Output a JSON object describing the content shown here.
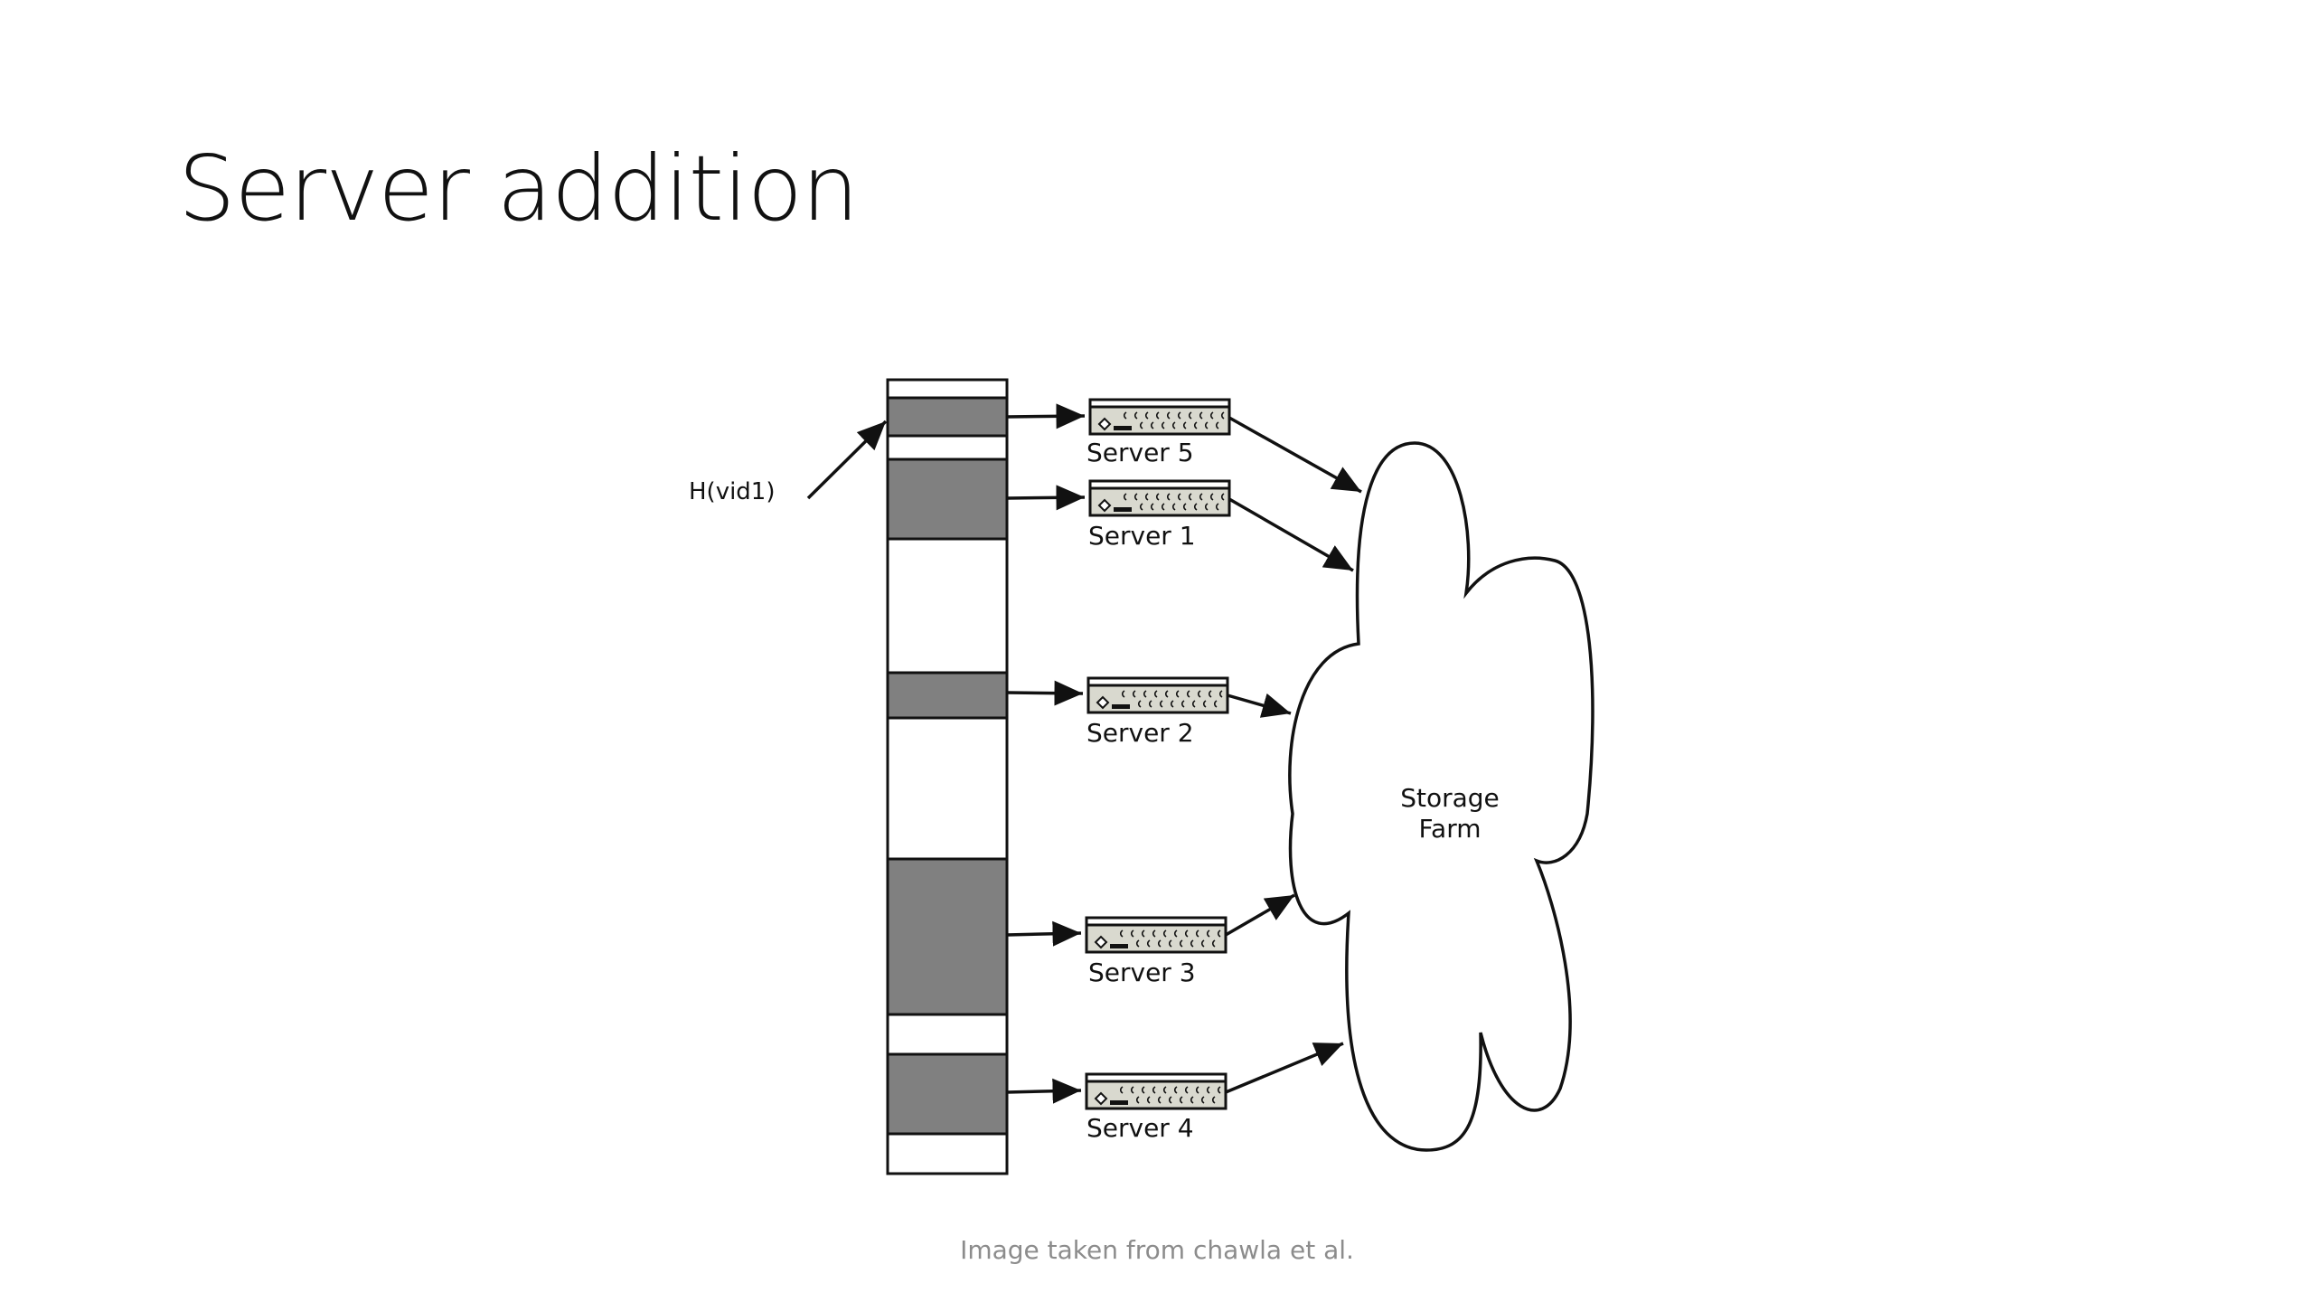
{
  "slide": {
    "title": "Server addition",
    "caption": "Image taken from chawla et al."
  },
  "diagram": {
    "hash_label": "H(vid1)",
    "cloud_label_line1": "Storage",
    "cloud_label_line2": "Farm",
    "servers": [
      {
        "label": "Server 5"
      },
      {
        "label": "Server 1"
      },
      {
        "label": "Server 2"
      },
      {
        "label": "Server 3"
      },
      {
        "label": "Server 4"
      }
    ],
    "colors": {
      "filled_segment": "#808080",
      "empty_segment": "#ffffff",
      "server_face": "#d9d9cf",
      "stroke": "#111111"
    }
  }
}
